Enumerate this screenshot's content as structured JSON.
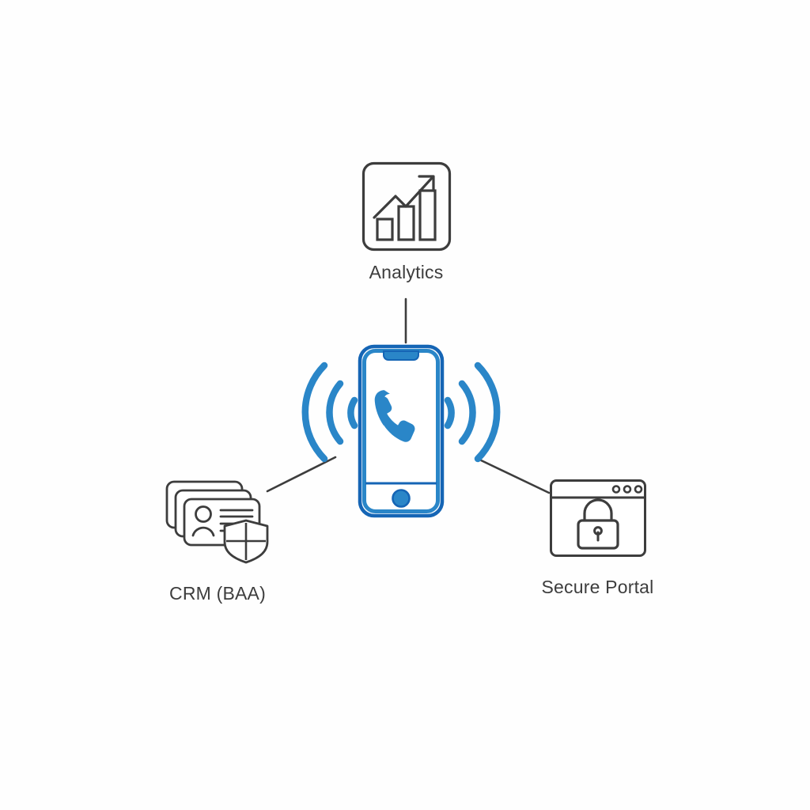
{
  "diagram": {
    "title": "Mobile call hub connected to analytics, CRM and secure portal",
    "background_color": "#fefefe",
    "accent_color": "#2a86c8",
    "frame_color": "#1565b5",
    "line_color": "#3d3d3d",
    "label_color": "#3d3d3d"
  },
  "hub": {
    "name": "smartphone-call-hub",
    "icon": "smartphone-phone-call-icon",
    "label": "",
    "signal_waves": {
      "left": "signal-waves-left-icon",
      "right": "signal-waves-right-icon",
      "arc_count": 3
    },
    "screen_glyph": "phone-handset-icon",
    "home_button": "home-button-icon",
    "notch": "phone-notch"
  },
  "nodes": [
    {
      "id": "analytics",
      "label": "Analytics",
      "icon": "analytics-bar-chart-icon",
      "icon_parts": [
        "rounded-square-frame",
        "bar-low",
        "bar-mid",
        "bar-high",
        "trend-arrow-up"
      ],
      "position": "top"
    },
    {
      "id": "crm",
      "label": "CRM (BAA)",
      "icon": "contact-cards-shield-icon",
      "icon_parts": [
        "card-back",
        "card-middle",
        "card-front",
        "person-avatar",
        "text-lines",
        "shield-cross-badge"
      ],
      "position": "bottom-left"
    },
    {
      "id": "portal",
      "label": "Secure Portal",
      "icon": "browser-window-lock-icon",
      "icon_parts": [
        "browser-frame",
        "title-bar",
        "window-dots",
        "padlock"
      ],
      "position": "bottom-right"
    }
  ],
  "connectors": [
    {
      "id": "hub-to-analytics",
      "from": "smartphone-call-hub",
      "to": "analytics",
      "style": "straight-line"
    },
    {
      "id": "hub-to-crm",
      "from": "smartphone-call-hub",
      "to": "crm",
      "style": "straight-line"
    },
    {
      "id": "hub-to-portal",
      "from": "smartphone-call-hub",
      "to": "portal",
      "style": "straight-line"
    }
  ]
}
